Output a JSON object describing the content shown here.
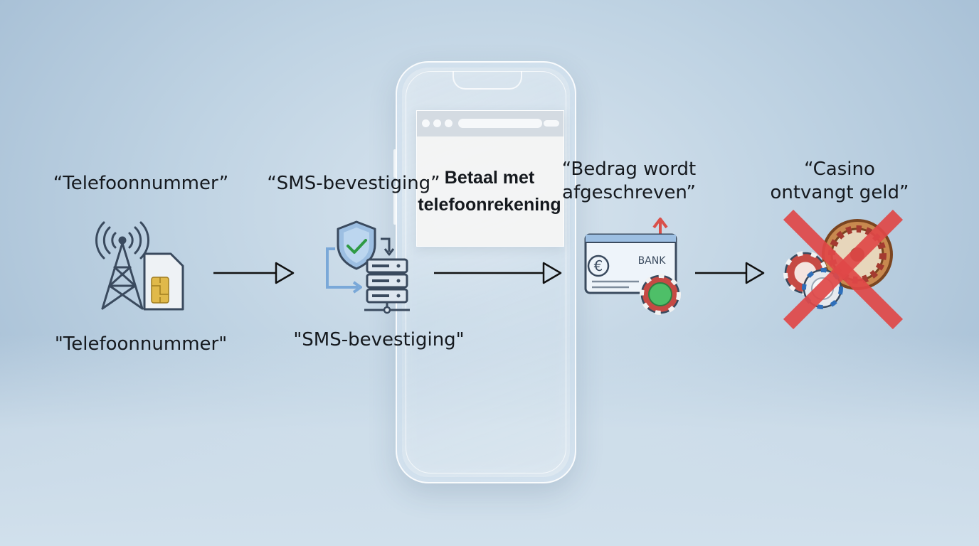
{
  "steps": [
    {
      "label_top": "“Telefoonnummer”",
      "label_bottom": "\"Telefoonnummer\""
    },
    {
      "label_top": "“SMS-bevestiging”",
      "label_bottom": "\"SMS-bevestiging\""
    },
    {
      "label": "“Bedrag wordt afgeschreven”"
    },
    {
      "label": "“Casino ontvangt geld”"
    }
  ],
  "phone": {
    "screen_title": "Betaal met telefoonrekening"
  },
  "bank_card": {
    "currency_symbol": "€",
    "text": "BANK"
  },
  "icons": [
    "cell-tower-icon",
    "sim-card-icon",
    "shield-check-icon",
    "server-icon",
    "bank-card-icon",
    "upload-arrow-icon",
    "poker-chip-icon",
    "roulette-icon",
    "red-cross-icon"
  ],
  "colors": {
    "text": "#15191e",
    "icon_stroke": "#3a4a5e",
    "icon_blue": "#7aa8d8",
    "sim_gold": "#e0b94a",
    "chip_green": "#4ebf68",
    "chip_red": "#c64a44",
    "cross_red": "#e04848",
    "arrow": "#111111"
  }
}
